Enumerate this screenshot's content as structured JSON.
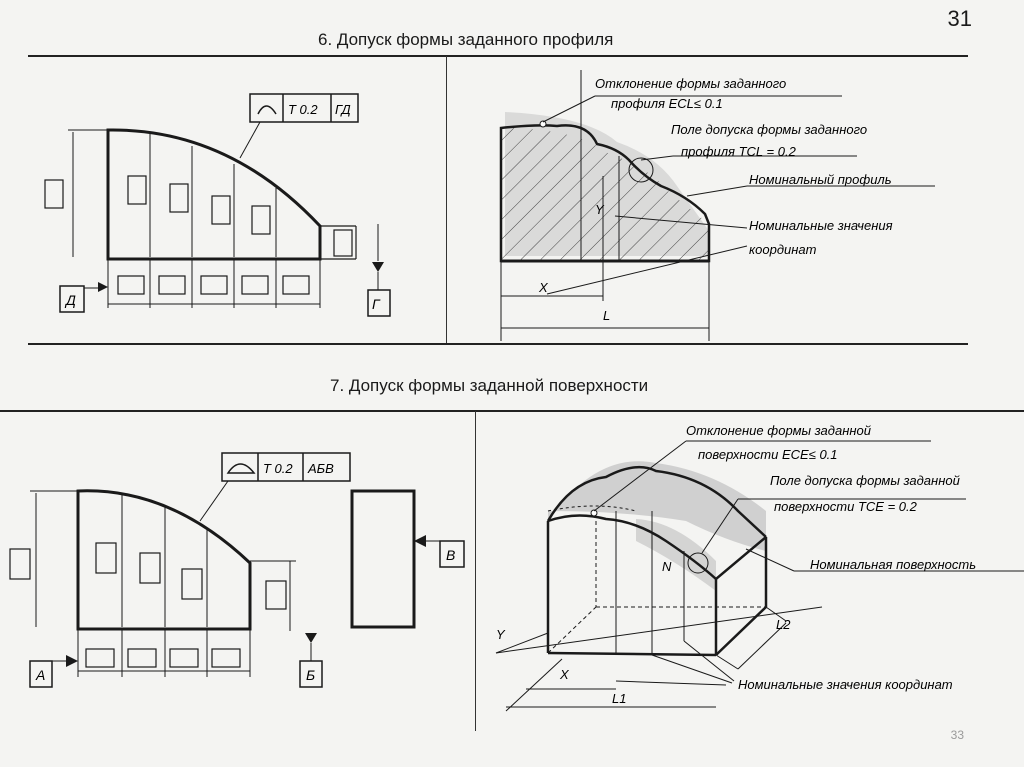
{
  "page": {
    "number_top": "31",
    "number_bottom": "33"
  },
  "section6": {
    "title": "6. Допуск формы заданного профиля",
    "frame": {
      "value": "T 0.2",
      "datum": "ГД"
    },
    "datum_d": "Д",
    "datum_g": "Г",
    "labels": {
      "deviation_1": "Отклонение формы заданного",
      "deviation_2": "профиля ECL≤ 0.1",
      "tolerance_1": "Поле допуска формы заданного",
      "tolerance_2": "профиля TCL = 0.2",
      "nominal": "Номинальный профиль",
      "coords_1": "Номинальные значения",
      "coords_2": "координат",
      "x": "X",
      "y": "Y",
      "l": "L"
    }
  },
  "section7": {
    "title": "7. Допуск формы заданной поверхности",
    "frame": {
      "value": "T 0.2",
      "datum": "АБВ"
    },
    "datum_a": "А",
    "datum_b": "Б",
    "datum_v": "В",
    "labels": {
      "deviation_1": "Отклонение формы заданной",
      "deviation_2": "поверхности ECE≤ 0.1",
      "tolerance_1": "Поле допуска формы заданной",
      "tolerance_2": "поверхности TCE = 0.2",
      "nominal": "Номинальная поверхность",
      "coords": "Номинальные значения координат",
      "n": "N",
      "y": "Y",
      "x": "X",
      "l1": "L1",
      "l2": "L2"
    }
  },
  "colors": {
    "ink": "#1a1a1a",
    "band": "#b8b8b8",
    "paper": "#f4f4f2"
  }
}
